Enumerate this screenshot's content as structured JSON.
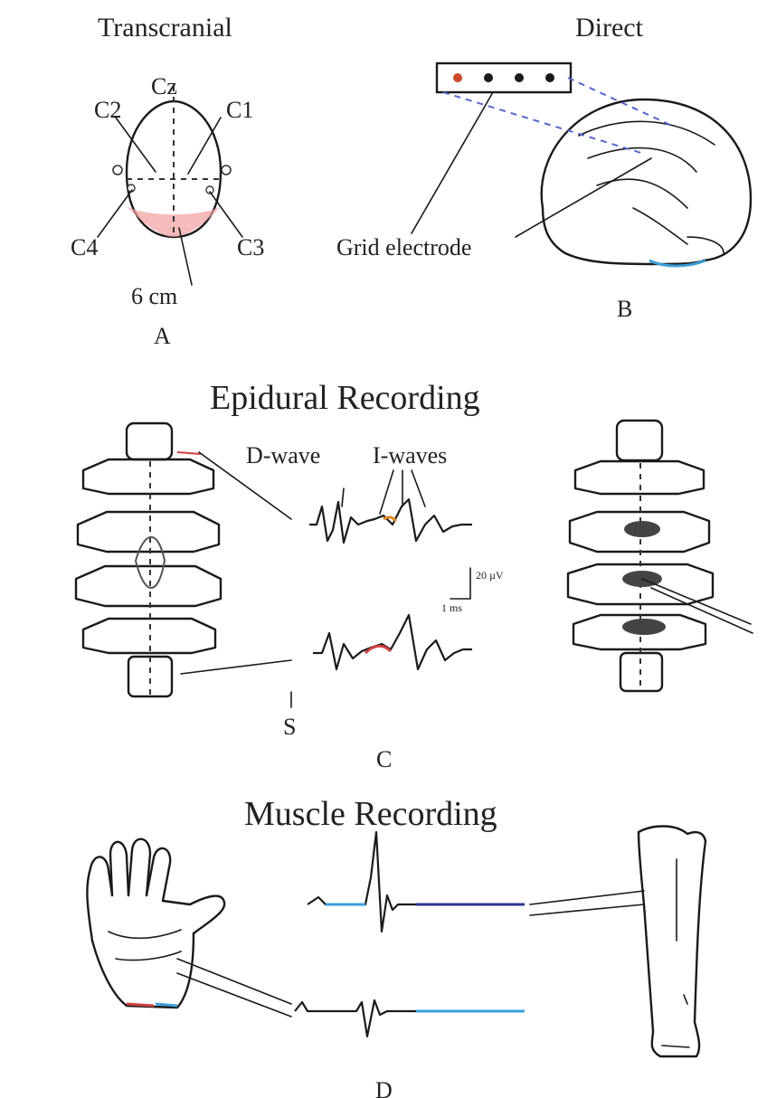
{
  "panelA": {
    "title": "Transcranial",
    "labels": {
      "cz": "Cz",
      "c1": "C1",
      "c2": "C2",
      "c3": "C3",
      "c4": "C4",
      "distance": "6 cm",
      "letter": "A"
    }
  },
  "panelB": {
    "title": "Direct",
    "electrode_label": "Grid electrode",
    "letter": "B"
  },
  "panelC": {
    "title": "Epidural Recording",
    "d_wave": "D-wave",
    "i_waves": "I-waves",
    "scale_v": "20 µV",
    "scale_t": "1 ms",
    "stim_marker": "S",
    "letter": "C"
  },
  "panelD": {
    "title": "Muscle Recording",
    "letter": "D"
  },
  "colors": {
    "ink": "#1a1a1a",
    "accent_red": "#d04040",
    "accent_blue": "#3aa0d8",
    "accent_orange": "#e08a20"
  }
}
